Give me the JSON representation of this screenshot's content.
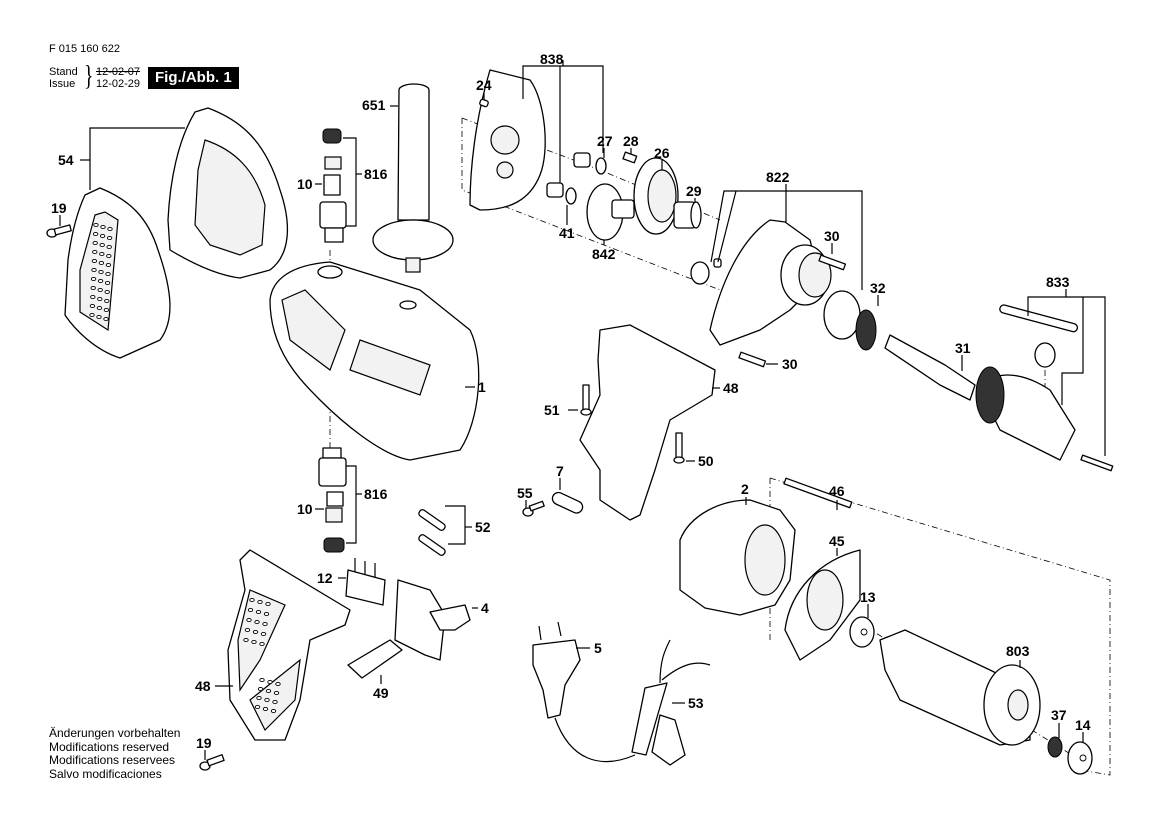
{
  "header": {
    "document_number": "F 015 160 622",
    "stand_label": "Stand",
    "issue_label": "Issue",
    "stand_date_struck": "12-02-07",
    "issue_date": "12-02-29",
    "figure_badge": "Fig./Abb. 1"
  },
  "footer_notes": [
    "Änderungen vorbehalten",
    "Modifications reserved",
    "Modifications reservees",
    "Salvo modificaciones"
  ],
  "part_labels": {
    "p838": "838",
    "p24": "24",
    "p651": "651",
    "p27": "27",
    "p28": "28",
    "p26": "26",
    "p29": "29",
    "p41": "41",
    "p842": "842",
    "p822": "822",
    "p30a": "30",
    "p30b": "30",
    "p32": "32",
    "p31": "31",
    "p833": "833",
    "p54": "54",
    "p19a": "19",
    "p816a": "816",
    "p10a": "10",
    "p1": "1",
    "p48a": "48",
    "p51": "51",
    "p50": "50",
    "p7": "7",
    "p55": "55",
    "p2": "2",
    "p46": "46",
    "p45": "45",
    "p13": "13",
    "p803": "803",
    "p37": "37",
    "p14": "14",
    "p816b": "816",
    "p10b": "10",
    "p52": "52",
    "p12": "12",
    "p4": "4",
    "p49": "49",
    "p48b": "48",
    "p19b": "19",
    "p5": "5",
    "p53": "53"
  }
}
